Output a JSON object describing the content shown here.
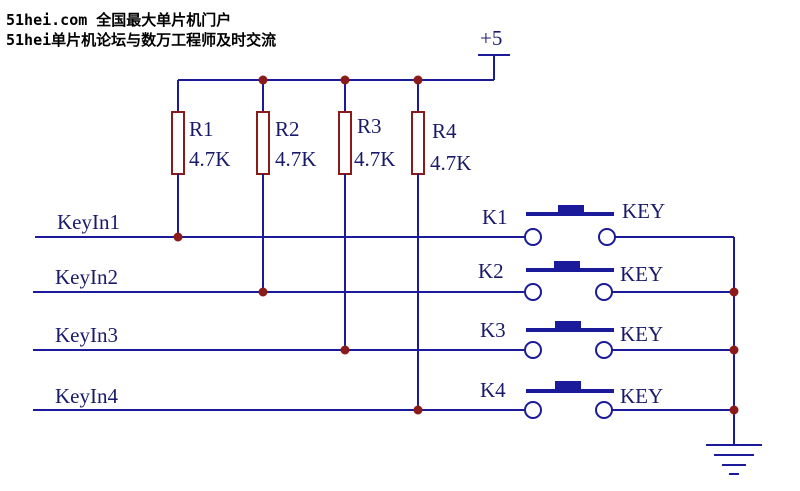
{
  "header": {
    "line1": "51hei.com 全国最大单片机门户",
    "line2": "51hei单片机论坛与数万工程师及时交流"
  },
  "supply": {
    "label": "+5"
  },
  "resistors": [
    {
      "name": "R1",
      "value": "4.7K"
    },
    {
      "name": "R2",
      "value": "4.7K"
    },
    {
      "name": "R3",
      "value": "4.7K"
    },
    {
      "name": "R4",
      "value": "4.7K"
    }
  ],
  "inputs": [
    {
      "label": "KeyIn1"
    },
    {
      "label": "KeyIn2"
    },
    {
      "label": "KeyIn3"
    },
    {
      "label": "KeyIn4"
    }
  ],
  "keys": [
    {
      "name": "K1",
      "type": "KEY"
    },
    {
      "name": "K2",
      "type": "KEY"
    },
    {
      "name": "K3",
      "type": "KEY"
    },
    {
      "name": "K4",
      "type": "KEY"
    }
  ],
  "colors": {
    "wire": "#1a1a9a",
    "component": "#8b1a1a",
    "text": "#1a1a6a"
  }
}
